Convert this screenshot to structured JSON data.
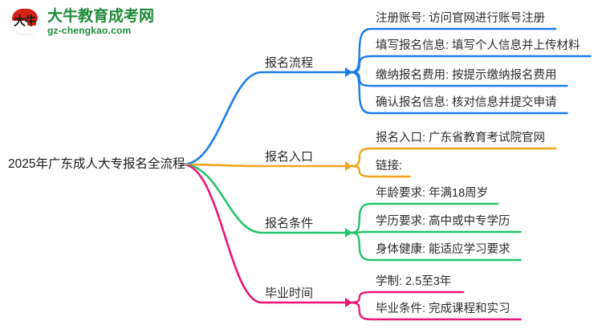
{
  "logo": {
    "mark_text": "大牛",
    "title": "大牛教育成考网",
    "url": "gz-chengkao.com",
    "brand_green": "#1f8a3b",
    "brand_red": "#d32216"
  },
  "mindmap": {
    "root": {
      "label": "2025年广东成人大专报名全流程"
    },
    "branches": [
      {
        "label": "报名流程",
        "color": "#1a7ceb",
        "children": [
          {
            "label": "注册账号: 访问官网进行账号注册"
          },
          {
            "label": "填写报名信息: 填写个人信息并上传材料"
          },
          {
            "label": "缴纳报名费用: 按提示缴纳报名费用"
          },
          {
            "label": "确认报名信息: 核对信息并提交申请"
          }
        ]
      },
      {
        "label": "报名入口",
        "color": "#f0a31c",
        "children": [
          {
            "label": "报名入口: 广东省教育考试院官网"
          },
          {
            "label": "链接:"
          }
        ]
      },
      {
        "label": "报名条件",
        "color": "#24c46a",
        "children": [
          {
            "label": "年龄要求: 年满18周岁"
          },
          {
            "label": "学历要求: 高中或中专学历"
          },
          {
            "label": "身体健康: 能适应学习要求"
          }
        ]
      },
      {
        "label": "毕业时间",
        "color": "#ec1573",
        "children": [
          {
            "label": "学制: 2.5至3年"
          },
          {
            "label": "毕业条件: 完成课程和实习"
          }
        ]
      }
    ]
  }
}
